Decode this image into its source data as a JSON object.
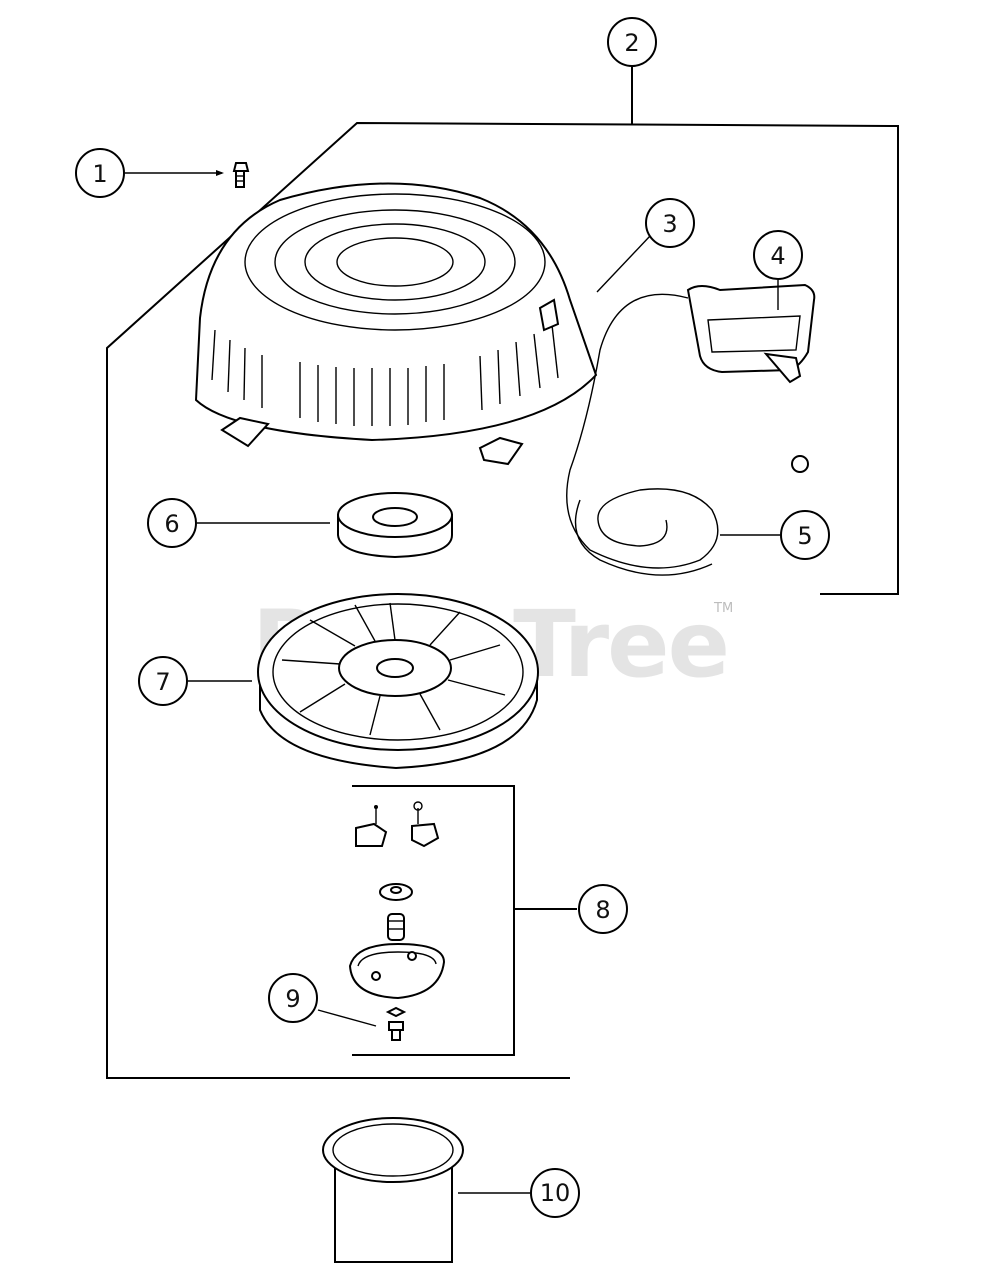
{
  "diagram": {
    "watermark": "PartsTree",
    "watermark_tm": "TM",
    "callouts": [
      "1",
      "2",
      "3",
      "4",
      "5",
      "6",
      "7",
      "8",
      "9",
      "10"
    ]
  }
}
